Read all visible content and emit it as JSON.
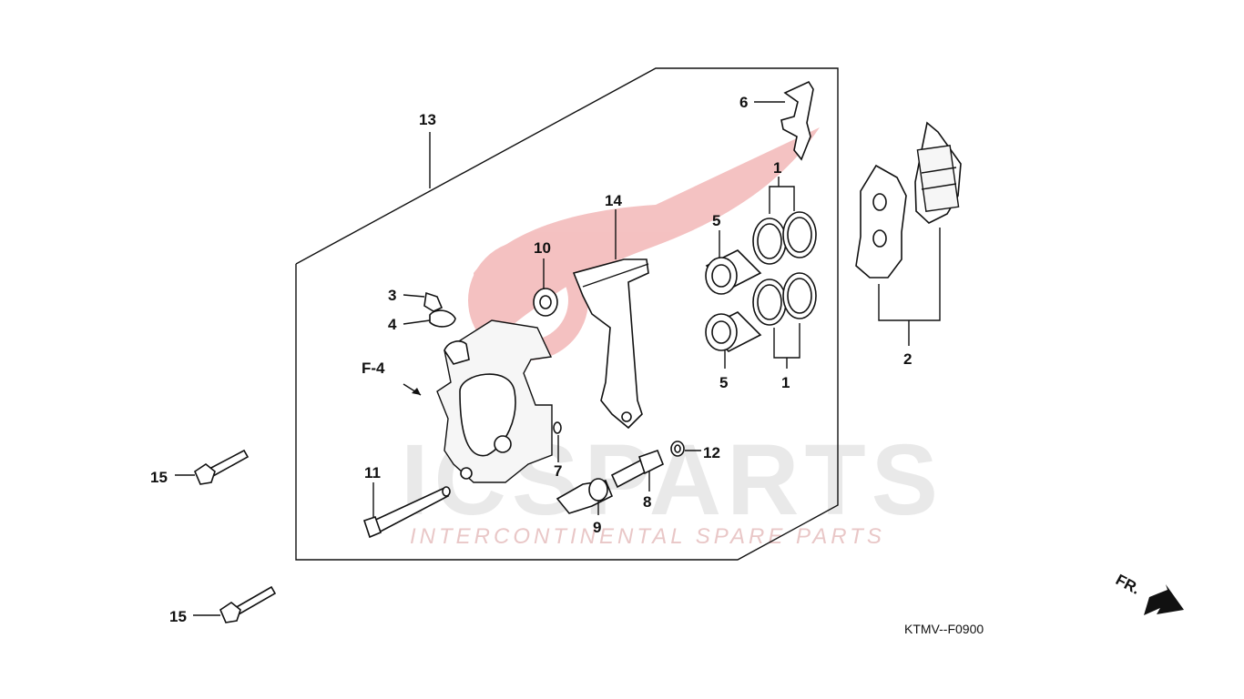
{
  "watermark": {
    "brand": "ICSPARTS",
    "tagline": "INTERCONTINENTAL SPARE PARTS",
    "accent_color": "#e05050",
    "gray_color": "#d8d8d8"
  },
  "diagram_code": "KTMV--F0900",
  "reference": "F-4",
  "direction": "FR.",
  "callouts": {
    "c1a": "1",
    "c1b": "1",
    "c2": "2",
    "c3": "3",
    "c4": "4",
    "c5a": "5",
    "c5b": "5",
    "c6": "6",
    "c7": "7",
    "c8": "8",
    "c9": "9",
    "c10": "10",
    "c11": "11",
    "c12": "12",
    "c13": "13",
    "c14": "14",
    "c15a": "15",
    "c15b": "15"
  }
}
